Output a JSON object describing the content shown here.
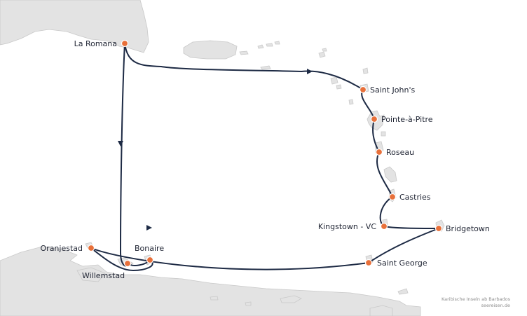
{
  "map": {
    "ports": [
      {
        "id": "la-romana",
        "label": "La Romana"
      },
      {
        "id": "saint-johns",
        "label": "Saint John's"
      },
      {
        "id": "pointe-a-pitre",
        "label": "Pointe-à-Pitre"
      },
      {
        "id": "roseau",
        "label": "Roseau"
      },
      {
        "id": "castries",
        "label": "Castries"
      },
      {
        "id": "kingstown",
        "label": "Kingstown - VC"
      },
      {
        "id": "bridgetown",
        "label": "Bridgetown"
      },
      {
        "id": "saint-george",
        "label": "Saint George"
      },
      {
        "id": "oranjestad",
        "label": "Oranjestad"
      },
      {
        "id": "bonaire",
        "label": "Bonaire"
      },
      {
        "id": "willemstad",
        "label": "Willemstad"
      }
    ],
    "route_order": [
      "bridgetown",
      "saint-george",
      "oranjestad",
      "willemstad",
      "bonaire",
      "la-romana",
      "saint-johns",
      "pointe-a-pitre",
      "roseau",
      "castries",
      "kingstown",
      "bridgetown"
    ],
    "colors": {
      "route": "#1d2a44",
      "port": "#e8703a",
      "land": "#e3e3e3",
      "water": "#ffffff"
    }
  },
  "credit": {
    "line1": "Karibische Inseln ab Barbados",
    "line2": "seereisen.de"
  }
}
